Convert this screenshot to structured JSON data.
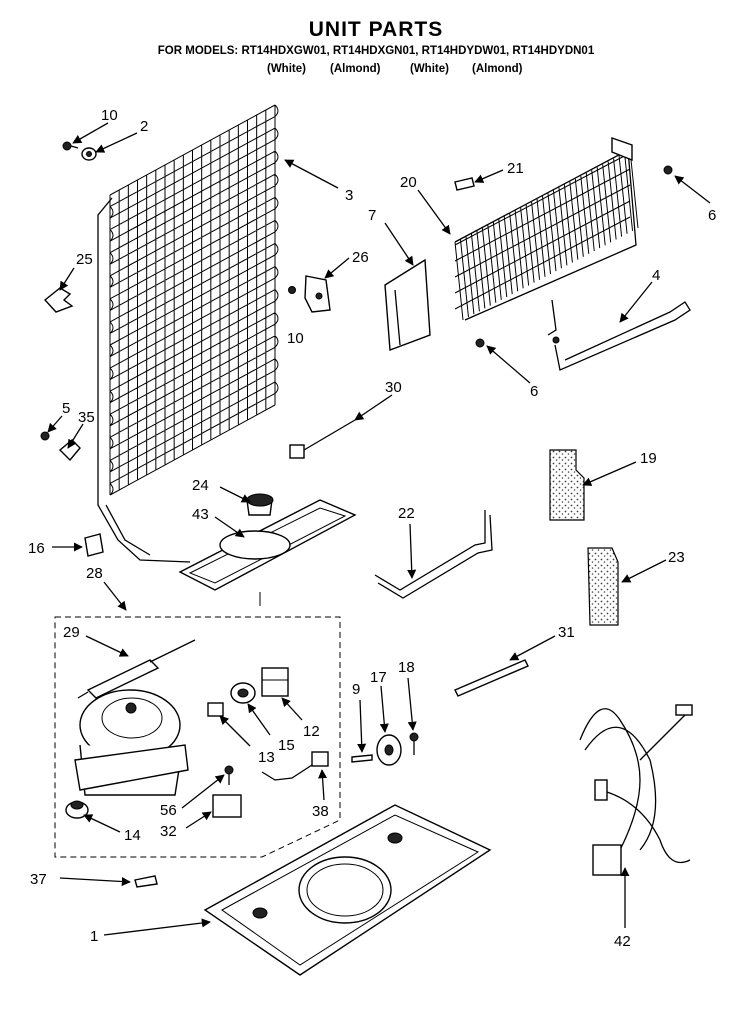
{
  "header": {
    "title": "UNIT PARTS",
    "models_line": "FOR MODELS: RT14HDXGW01, RT14HDXGN01, RT14HDYDW01, RT14HDYDN01",
    "colors": [
      "(White)",
      "(Almond)",
      "(White)",
      "(Almond)"
    ]
  },
  "callouts": {
    "c10a": "10",
    "c2": "2",
    "c3": "3",
    "c25": "25",
    "c26": "26",
    "c10b": "10",
    "c5": "5",
    "c35": "35",
    "c16": "16",
    "c24": "24",
    "c43": "43",
    "c28": "28",
    "c29": "29",
    "c13": "13",
    "c15": "15",
    "c12": "12",
    "c56": "56",
    "c32": "32",
    "c38": "38",
    "c14": "14",
    "c37": "37",
    "c1": "1",
    "c21": "21",
    "c20": "20",
    "c7": "7",
    "c6a": "6",
    "c4": "4",
    "c6b": "6",
    "c30": "30",
    "c19": "19",
    "c22": "22",
    "c23": "23",
    "c31": "31",
    "c9": "9",
    "c17": "17",
    "c18": "18",
    "c42": "42"
  }
}
